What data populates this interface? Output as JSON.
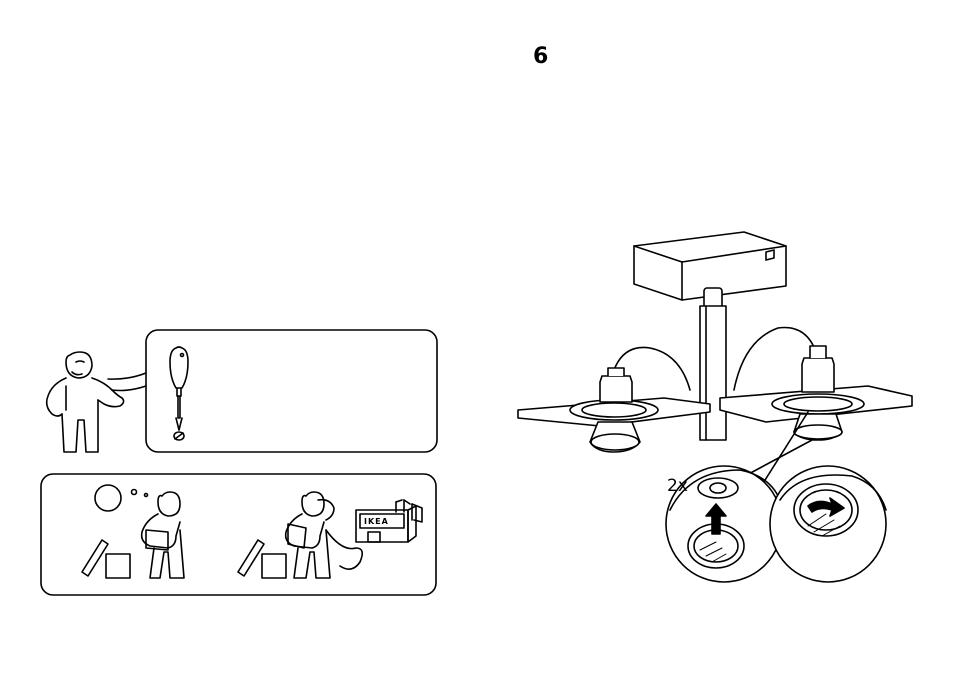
{
  "step": {
    "number": "6"
  },
  "detail": {
    "quantity": "2x"
  },
  "store_sign": {
    "text": "IKEA"
  },
  "icons": {
    "tool": "screwdriver-icon",
    "help": "question-mark-icon",
    "phone": "telephone-icon",
    "store": "ikea-store-icon"
  }
}
